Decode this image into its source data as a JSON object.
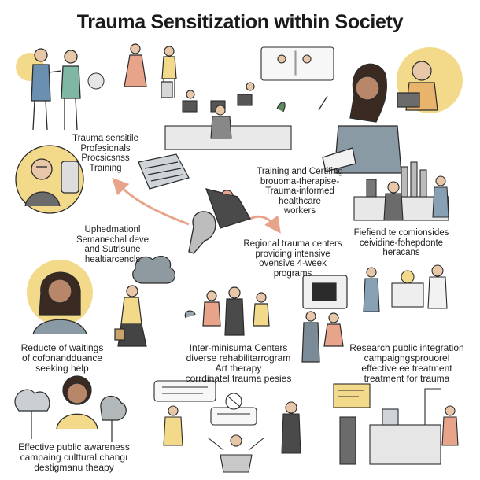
{
  "title": "Trauma Sensitization within Society",
  "captions": {
    "professionals": [
      "Trauma sensitile",
      "Profesionals",
      "Procsicsnss",
      "Training"
    ],
    "training": [
      "Training and Certifing",
      "brouoma-therapisе-",
      "Trauma-informed",
      "healthcare",
      "workers"
    ],
    "uphedd": [
      "Uphedmationl",
      "Semanechal deve",
      "and Sutrisune",
      "healtiarcencls"
    ],
    "regional": [
      "Regional trauma centers",
      "providing intensive",
      "ovensive 4-week",
      "programs"
    ],
    "fiefiend": [
      "Fiefiend te comionsides",
      "ceividine-fohepdonte",
      "heracans"
    ],
    "reducte": [
      "Reducte of waitings",
      "of cofonandduance",
      "seeking help"
    ],
    "inter": [
      "Inter-minisuma Centers",
      "diverse rehabilitarrogram",
      "Art therapy",
      "corrdinatel trauma pesies"
    ],
    "research": [
      "Research public integration",
      "campaigngsprouorel",
      "effective ee treatment",
      "treatment for trauma"
    ],
    "awareness": [
      "Effective public awareness",
      "campaing culttural changı",
      "destigmanu theapy"
    ]
  },
  "colors": {
    "accent_yellow": "#f3d98a",
    "arrow_salmon": "#e8a48a",
    "ink": "#2b2b2b"
  }
}
